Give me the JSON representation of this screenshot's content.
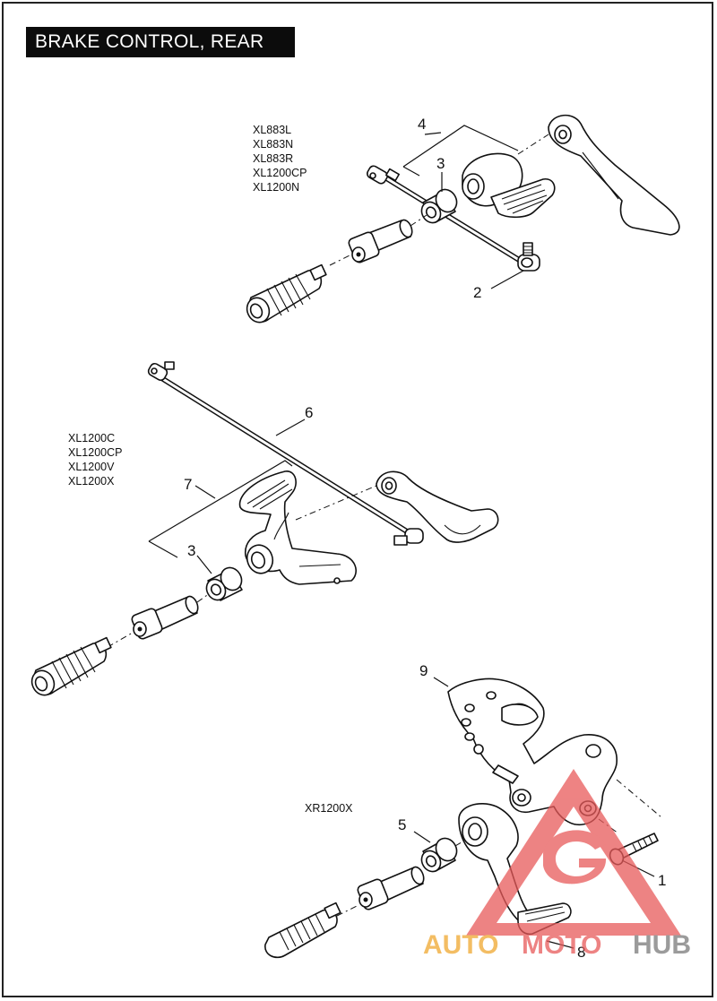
{
  "page": {
    "title": "BRAKE CONTROL, REAR"
  },
  "groups": [
    {
      "models": [
        "XL883L",
        "XL883N",
        "XL883R",
        "XL1200CP",
        "XL1200N"
      ]
    },
    {
      "models": [
        "XL1200C",
        "XL1200CP",
        "XL1200V",
        "XL1200X"
      ]
    },
    {
      "models": [
        "XR1200X"
      ]
    }
  ],
  "callouts": {
    "top_4": "4",
    "top_3": "3",
    "top_2": "2",
    "mid_6": "6",
    "mid_7": "7",
    "mid_3": "3",
    "bot_9": "9",
    "bot_5": "5",
    "bot_1": "1",
    "bot_8": "8"
  },
  "watermark": {
    "word_1": "AUTO",
    "word_2": "MOTO",
    "word_3": "HUB",
    "color_1": "#f0a830",
    "color_2": "#e85a5a",
    "color_3": "#7a7a7a"
  }
}
